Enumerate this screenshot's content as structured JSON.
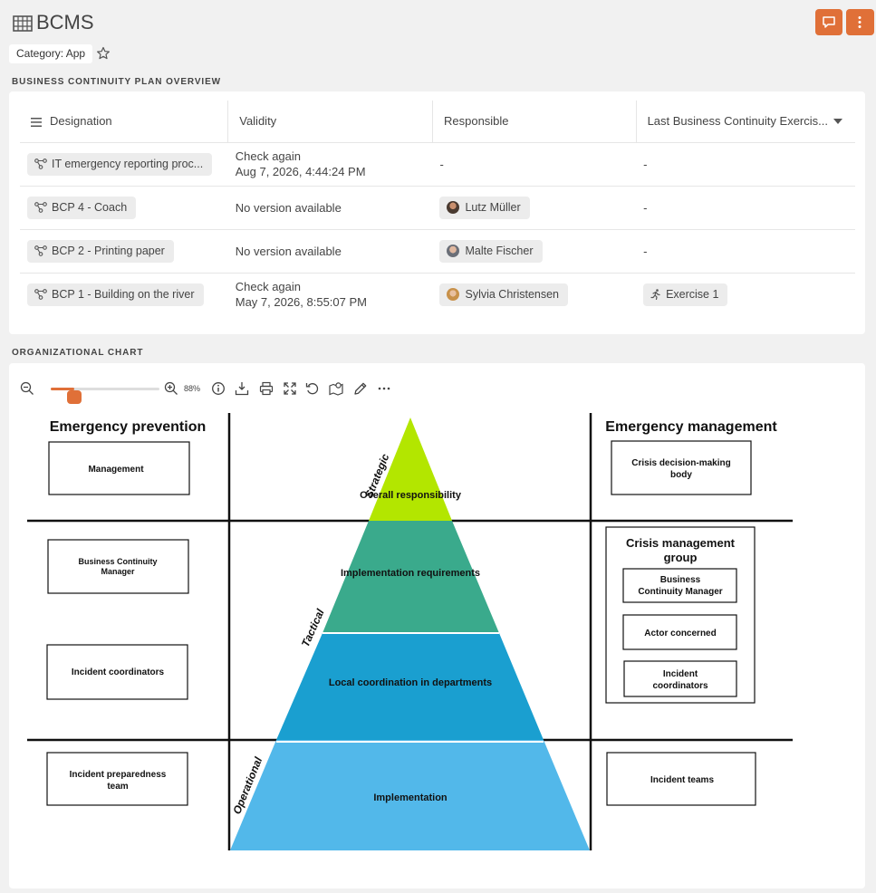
{
  "app": {
    "title": "BCMS",
    "icon": "abacus-icon",
    "category": "Category: App"
  },
  "header_buttons": {
    "comment": "comment-icon",
    "more": "more-vertical-icon",
    "accent": "#e07038"
  },
  "bcp_overview": {
    "section_title": "BUSINESS CONTINUITY PLAN OVERVIEW",
    "columns": [
      "Designation",
      "Validity",
      "Responsible",
      "Last Business Continuity Exercis..."
    ],
    "rows": [
      {
        "designation": "IT emergency reporting proc...",
        "validity_line1": "Check again",
        "validity_line2": "Aug 7, 2026, 4:44:24 PM",
        "responsible": "-",
        "last_exercise": "-"
      },
      {
        "designation": "BCP 4 - Coach",
        "validity_line1": "No version available",
        "validity_line2": "",
        "responsible": "Lutz Müller",
        "last_exercise": "-"
      },
      {
        "designation": "BCP 2 - Printing paper",
        "validity_line1": "No version available",
        "validity_line2": "",
        "responsible": "Malte Fischer",
        "last_exercise": "-"
      },
      {
        "designation": "BCP 1 - Building on the river",
        "validity_line1": "Check again",
        "validity_line2": "May 7, 2026, 8:55:07 PM",
        "responsible": "Sylvia Christensen",
        "last_exercise": "Exercise 1"
      }
    ]
  },
  "org_chart": {
    "section_title": "ORGANIZATIONAL CHART",
    "zoom": "88%",
    "zoom_fraction": 0.22,
    "toolbar_icons": [
      "zoom-out-icon",
      "zoom-in-icon",
      "info-icon",
      "download-icon",
      "print-icon",
      "fullscreen-icon",
      "undo-icon",
      "map-icon",
      "pencil-icon",
      "more-horizontal-icon"
    ],
    "left_heading": "Emergency prevention",
    "right_heading": "Emergency management",
    "left_boxes": [
      "Management",
      "Business Continuity Manager",
      "Incident coordinators",
      "Incident preparedness team"
    ],
    "right_box_top": "Crisis decision-making body",
    "crisis_group_title": "Crisis management group",
    "crisis_group_items": [
      "Business Continuity Manager",
      "Actor concerned",
      "Incident coordinators"
    ],
    "right_box_bottom": "Incident teams",
    "levels": [
      "Strategic",
      "Tactical",
      "Operational"
    ],
    "pyramid": [
      {
        "label": "Overall responsibility",
        "color": "#b3e600"
      },
      {
        "label": "Implementation requirements",
        "color": "#3aaa8c"
      },
      {
        "label": "Local coordination in departments",
        "color": "#1a9fd0"
      },
      {
        "label": "Implementation",
        "color": "#52b8ea"
      }
    ]
  }
}
